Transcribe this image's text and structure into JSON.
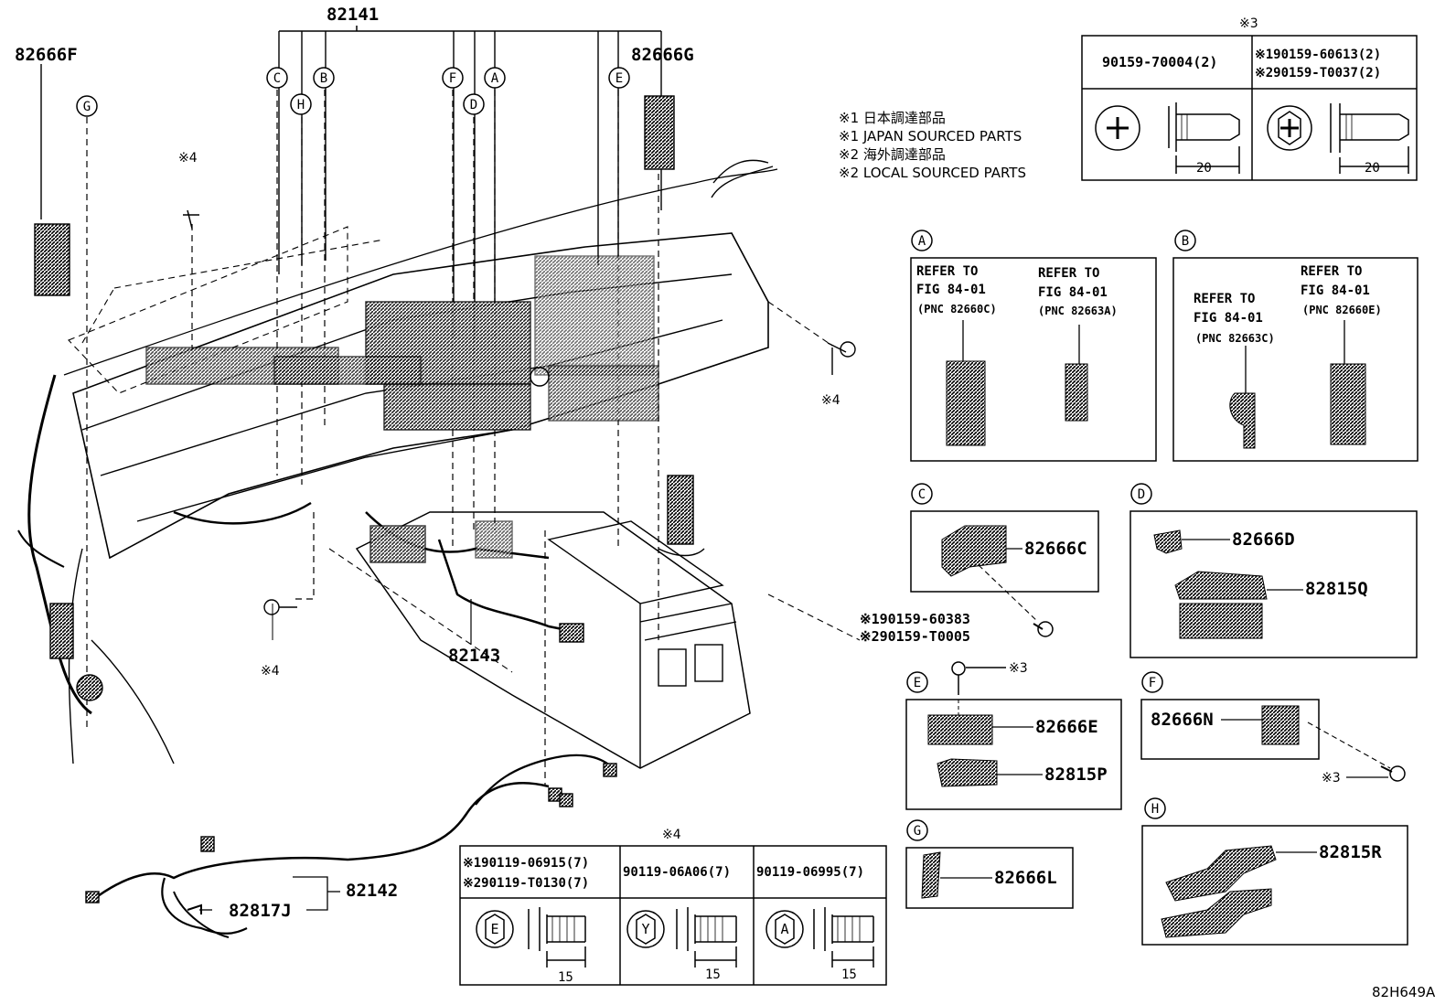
{
  "labels": {
    "harness_main": "82141",
    "conn_f": "82666F",
    "conn_g": "82666G",
    "harness_floor": "82143",
    "harness_rear": "82142",
    "clip_j": "82817J",
    "mark4": "※4",
    "mark3": "※3"
  },
  "callouts": [
    "A",
    "B",
    "C",
    "D",
    "E",
    "F",
    "G",
    "H"
  ],
  "legend": {
    "line1": "※1 日本調達部品",
    "line2": "※1 JAPAN SOURCED PARTS",
    "line3": "※2 海外調達部品",
    "line4": "※2 LOCAL SOURCED PARTS"
  },
  "fastener_table_3": {
    "mark": "※3",
    "col1": "90159-70004(2)",
    "col2_line1": "※190159-60613(2)",
    "col2_line2": "※290159-T0037(2)",
    "dim": "20"
  },
  "fastener_table_4": {
    "mark": "※4",
    "col1_line1": "※190119-06915(7)",
    "col1_line2": "※290119-T0130(7)",
    "col2": "90119-06A06(7)",
    "col3": "90119-06995(7)",
    "head1": "E",
    "head2": "Y",
    "head3": "A",
    "dim": "15"
  },
  "detail_a": {
    "ref1_l1": "REFER TO",
    "ref1_l2": "FIG 84-01",
    "ref1_l3": "(PNC 82660C)",
    "ref2_l1": "REFER TO",
    "ref2_l2": "FIG 84-01",
    "ref2_l3": "(PNC 82663A)"
  },
  "detail_b": {
    "ref1_l1": "REFER TO",
    "ref1_l2": "FIG 84-01",
    "ref1_l3": "(PNC 82663C)",
    "ref2_l1": "REFER TO",
    "ref2_l2": "FIG 84-01",
    "ref2_l3": "(PNC 82660E)"
  },
  "detail_c": {
    "part": "82666C",
    "bolt1": "※190159-60383",
    "bolt2": "※290159-T0005"
  },
  "detail_d": {
    "part1": "82666D",
    "part2": "82815Q"
  },
  "detail_e": {
    "part1": "82666E",
    "part2": "82815P",
    "mark": "※3"
  },
  "detail_f": {
    "part": "82666N",
    "mark": "※3"
  },
  "detail_g": {
    "part": "82666L"
  },
  "detail_h": {
    "part": "82815R"
  },
  "drawing_code": "82H649A"
}
